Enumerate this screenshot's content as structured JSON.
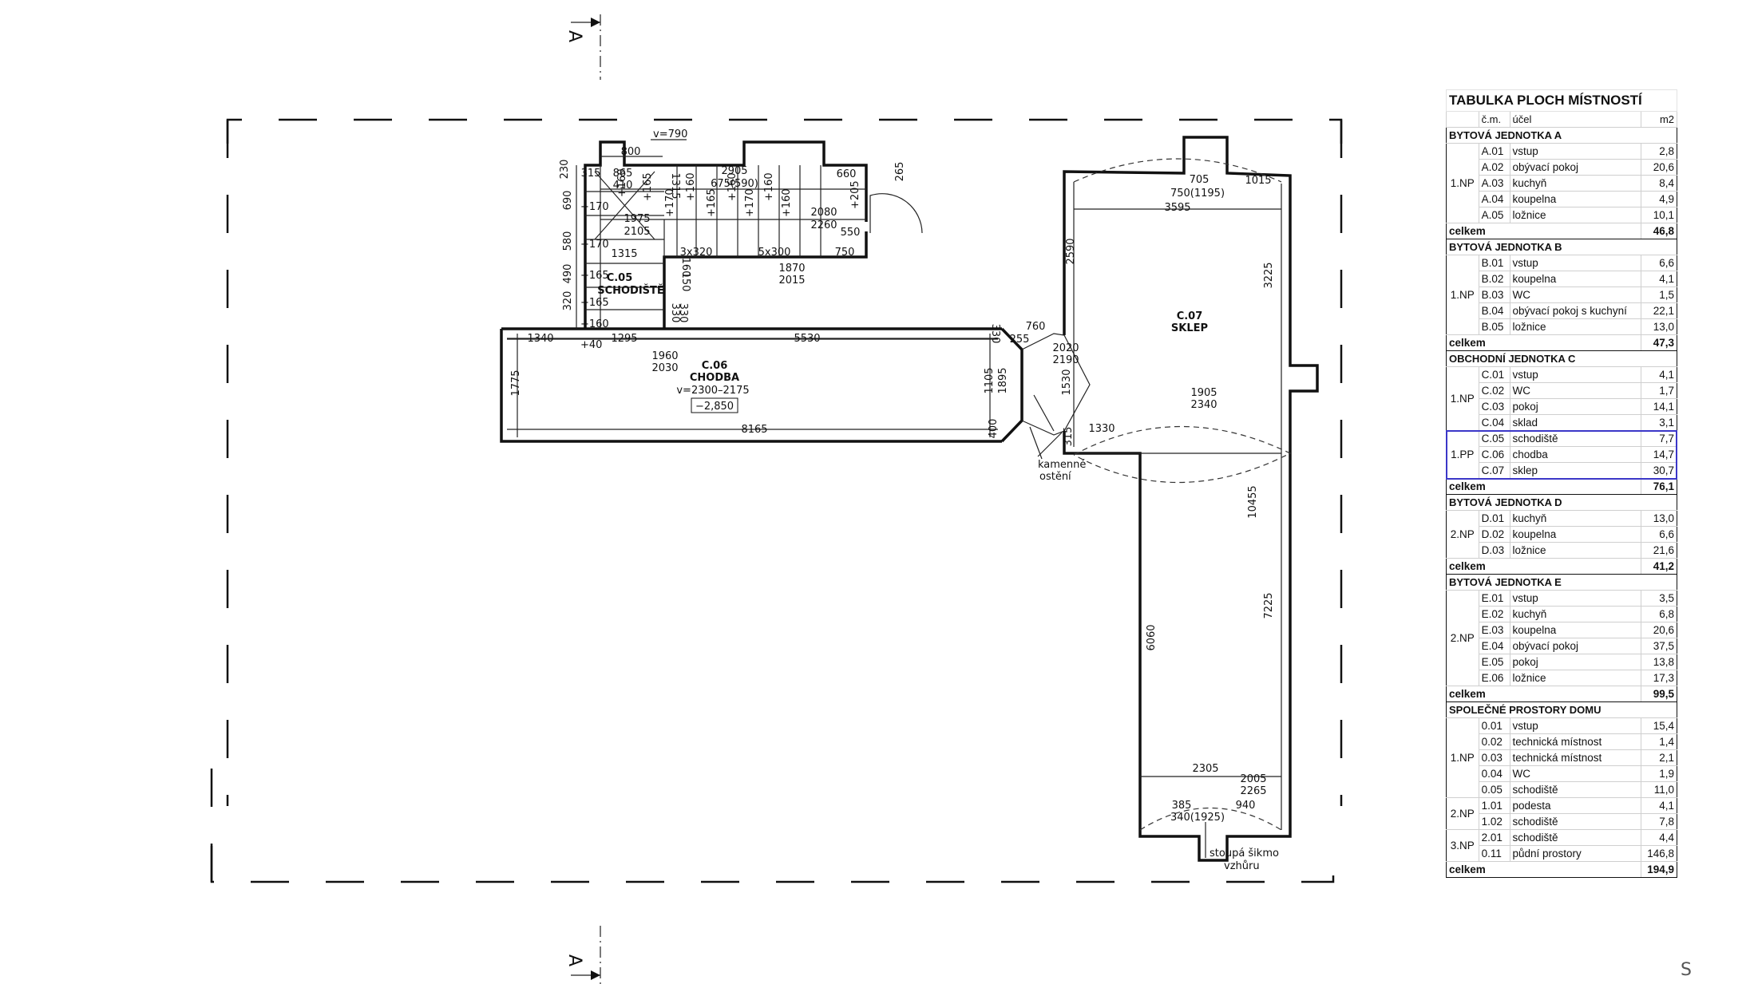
{
  "plan": {
    "section_mark": "A",
    "rooms": [
      {
        "id": "C.05",
        "name": "SCHODIŠTĚ"
      },
      {
        "id": "C.06",
        "name": "CHODBA",
        "height": "v=2300–2175",
        "level": "−2,850"
      },
      {
        "id": "C.07",
        "name": "SKLEP"
      }
    ],
    "notes": {
      "stone_1": "kamenné",
      "stone_2": "ostění",
      "stair_1": "stoupá šikmo",
      "stair_2": "vzhůru",
      "v790": "v=790"
    },
    "dims": {
      "d800": "800",
      "d865": "865",
      "d2905": "2905",
      "d675": "675(590)",
      "d660": "660",
      "d265": "265",
      "d230": "230",
      "d315a": "315",
      "d410": "410",
      "d1315a": "1315",
      "d690": "690",
      "d580": "580",
      "d490": "490",
      "d320": "320",
      "d330a": "330",
      "d330b": "330",
      "d150": "150",
      "d160": "160",
      "d1975": "1975",
      "d2105": "2105",
      "d1315b": "1315",
      "d2080": "2080",
      "d2260": "2260",
      "d550": "550",
      "d3x320": "3x320",
      "d5x300": "5x300",
      "d750a": "750",
      "d1870": "1870",
      "d2015": "2015",
      "d1340": "1340",
      "d1295": "1295",
      "d5530": "5530",
      "d330c": "330",
      "d255": "255",
      "d1960": "1960",
      "d2030": "2030",
      "d1775": "1775",
      "d8165": "8165",
      "d1105": "1105",
      "d1895": "1895",
      "d400": "400",
      "d760": "760",
      "d2020": "2020",
      "d2190": "2190",
      "d1530": "1530",
      "d315b": "315",
      "d1330": "1330",
      "d705": "705",
      "d750b": "750(1195)",
      "d1015": "1015",
      "d3595": "3595",
      "d2590": "2590",
      "d3225": "3225",
      "d1905": "1905",
      "d2340": "2340",
      "d10455": "10455",
      "d7225": "7225",
      "d6060": "6060",
      "d2305": "2305",
      "d2005": "2005",
      "d2265": "2265",
      "d385": "385",
      "d940": "940",
      "d340": "340(1925)"
    },
    "steps": {
      "s170a": "+170",
      "s165a": "+165",
      "s170b": "+170",
      "s165b": "+165",
      "s160a": "+160",
      "s40": "+40",
      "s160b": "+160",
      "s165c": "+165",
      "s170c": "+170",
      "s160c": "+160",
      "s165d": "+165",
      "s170d": "+170",
      "s160d": "+160",
      "s160e": "+160",
      "s160f": "+160",
      "s205": "+205"
    }
  },
  "table": {
    "title": "TABULKA PLOCH MÍSTNOSTÍ",
    "headers": [
      "č.m.",
      "účel",
      "m2"
    ],
    "groups": [
      {
        "name": "BYTOVÁ JEDNOTKA A",
        "total_label": "celkem",
        "total": "46,8",
        "floors": [
          {
            "floor": "1.NP",
            "rows": [
              [
                "A.01",
                "vstup",
                "2,8"
              ],
              [
                "A.02",
                "obývací pokoj",
                "20,6"
              ],
              [
                "A.03",
                "kuchyň",
                "8,4"
              ],
              [
                "A.04",
                "koupelna",
                "4,9"
              ],
              [
                "A.05",
                "ložnice",
                "10,1"
              ]
            ]
          }
        ]
      },
      {
        "name": "BYTOVÁ JEDNOTKA B",
        "total_label": "celkem",
        "total": "47,3",
        "floors": [
          {
            "floor": "1.NP",
            "rows": [
              [
                "B.01",
                "vstup",
                "6,6"
              ],
              [
                "B.02",
                "koupelna",
                "4,1"
              ],
              [
                "B.03",
                "WC",
                "1,5"
              ],
              [
                "B.04",
                "obývací pokoj s kuchyní",
                "22,1"
              ],
              [
                "B.05",
                "ložnice",
                "13,0"
              ]
            ]
          }
        ]
      },
      {
        "name": "OBCHODNÍ JEDNOTKA C",
        "total_label": "celkem",
        "total": "76,1",
        "floors": [
          {
            "floor": "1.NP",
            "rows": [
              [
                "C.01",
                "vstup",
                "4,1"
              ],
              [
                "C.02",
                "WC",
                "1,7"
              ],
              [
                "C.03",
                "pokoj",
                "14,1"
              ],
              [
                "C.04",
                "sklad",
                "3,1"
              ]
            ]
          },
          {
            "floor": "1.PP",
            "rows": [
              [
                "C.05",
                "schodiště",
                "7,7"
              ],
              [
                "C.06",
                "chodba",
                "14,7"
              ],
              [
                "C.07",
                "sklep",
                "30,7"
              ]
            ]
          }
        ]
      },
      {
        "name": "BYTOVÁ JEDNOTKA D",
        "total_label": "celkem",
        "total": "41,2",
        "floors": [
          {
            "floor": "2.NP",
            "rows": [
              [
                "D.01",
                "kuchyň",
                "13,0"
              ],
              [
                "D.02",
                "koupelna",
                "6,6"
              ],
              [
                "D.03",
                "ložnice",
                "21,6"
              ]
            ]
          }
        ]
      },
      {
        "name": "BYTOVÁ JEDNOTKA E",
        "total_label": "celkem",
        "total": "99,5",
        "floors": [
          {
            "floor": "2.NP",
            "rows": [
              [
                "E.01",
                "vstup",
                "3,5"
              ],
              [
                "E.02",
                "kuchyň",
                "6,8"
              ],
              [
                "E.03",
                "koupelna",
                "20,6"
              ],
              [
                "E.04",
                "obývací pokoj",
                "37,5"
              ],
              [
                "E.05",
                "pokoj",
                "13,8"
              ],
              [
                "E.06",
                "ložnice",
                "17,3"
              ]
            ]
          }
        ]
      },
      {
        "name": "SPOLEČNÉ PROSTORY DOMU",
        "total_label": "celkem",
        "total": "194,9",
        "floors": [
          {
            "floor": "1.NP",
            "rows": [
              [
                "0.01",
                "vstup",
                "15,4"
              ],
              [
                "0.02",
                "technická místnost",
                "1,4"
              ],
              [
                "0.03",
                "technická místnost",
                "2,1"
              ],
              [
                "0.04",
                "WC",
                "1,9"
              ],
              [
                "0.05",
                "schodiště",
                "11,0"
              ]
            ]
          },
          {
            "floor": "2.NP",
            "rows": [
              [
                "1.01",
                "podesta",
                "4,1"
              ],
              [
                "1.02",
                "schodiště",
                "7,8"
              ]
            ]
          },
          {
            "floor": "3.NP",
            "rows": [
              [
                "2.01",
                "schodiště",
                "4,4"
              ],
              [
                "0.11",
                "půdní prostory",
                "146,8"
              ]
            ]
          }
        ]
      }
    ]
  },
  "corner_mark": "S",
  "colors": {
    "highlight": "#3b37c8",
    "ink": "#111111"
  }
}
